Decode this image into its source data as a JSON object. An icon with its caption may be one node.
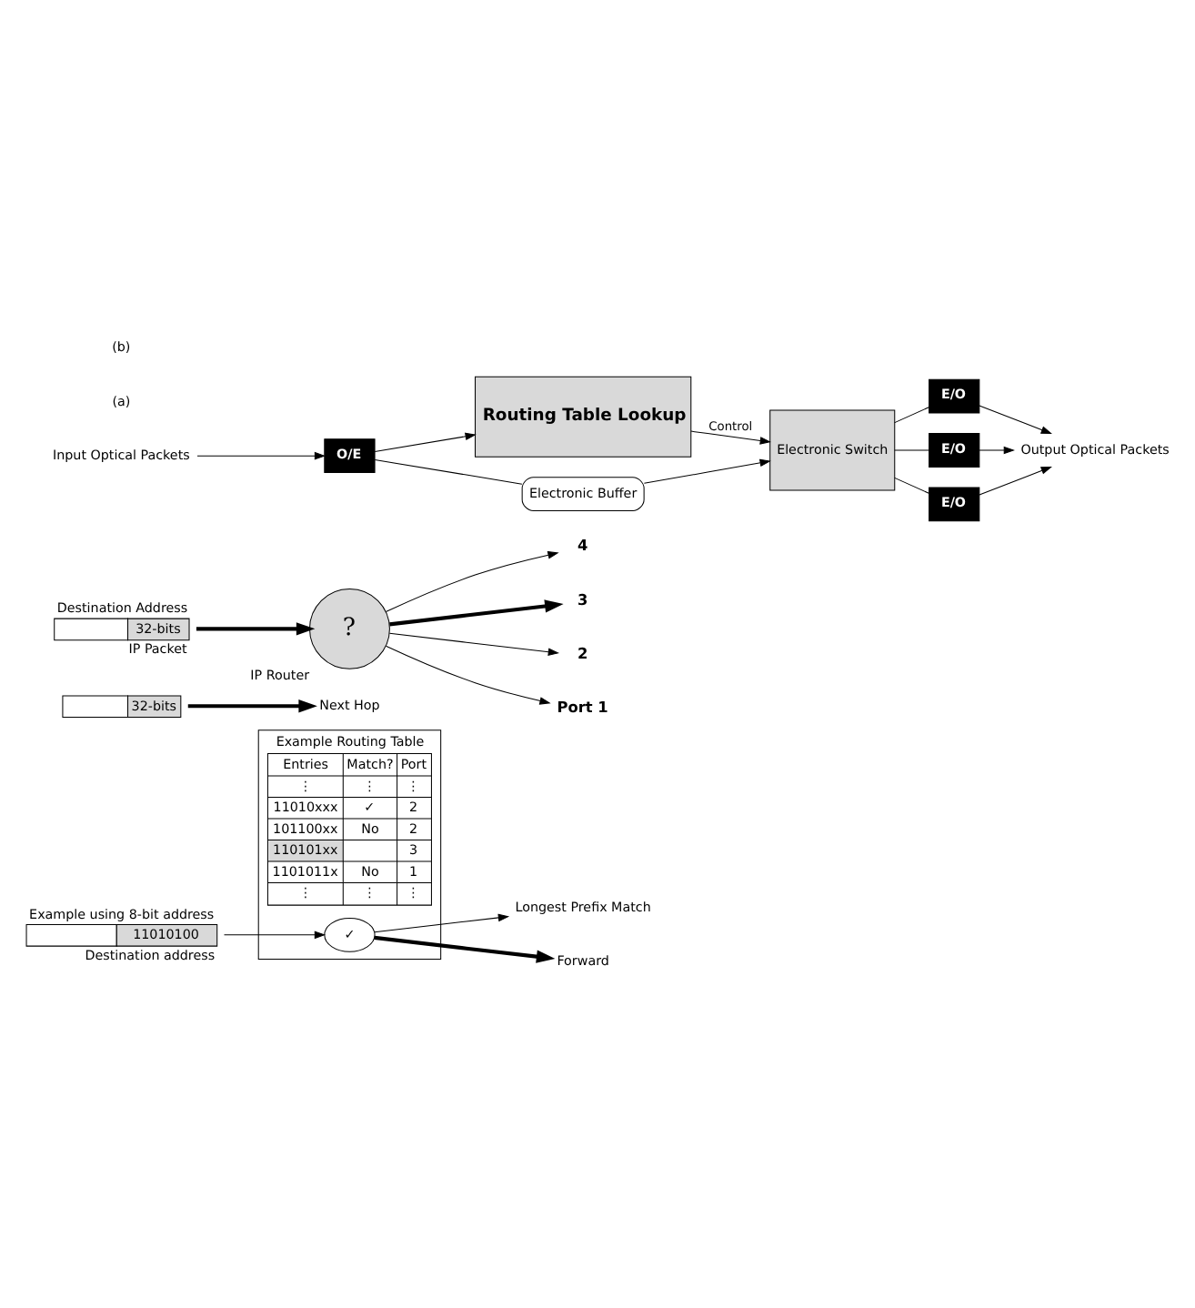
{
  "diagram": {
    "nodes": [
      {
        "text": [
          "Input Optical Packets"
        ]
      },
      {
        "text": [
          "O/E"
        ]
      },
      {
        "text": [
          "Electronic Buffer"
        ]
      },
      {
        "text": [
          "Routing Table Lookup"
        ]
      },
      {
        "text": [
          "Electronic Switch"
        ]
      },
      {
        "text": [
          "E/O"
        ]
      },
      {
        "text": [
          "E/O"
        ]
      },
      {
        "text": [
          "E/O"
        ]
      },
      {
        "text": [
          "Output Optical Packets"
        ]
      },
      {
        "text": [
          "32-bits"
        ],
        "beside": [
          "Destination Address",
          "IP Packet"
        ]
      },
      {
        "text": [
          "IP Router",
          "?"
        ]
      },
      {
        "text": [
          "Port 1"
        ]
      },
      {
        "text": [
          "2"
        ]
      },
      {
        "text": [
          "3"
        ]
      },
      {
        "text": [
          "4"
        ]
      },
      {
        "text": [
          "32-bits"
        ]
      },
      {
        "text": [
          "Next Hop"
        ]
      },
      {
        "text": [
          "11010100"
        ],
        "beside": [
          "Example using 8-bit address",
          "Destination address"
        ]
      },
      {
        "text": [
          "Example Routing Table",
          "Entries",
          "Match?",
          "Port",
          "⋮",
          "⋮",
          "⋮",
          "11010xxx",
          "✓",
          "2",
          "101100xx",
          "No",
          "2",
          "110101xx",
          "3",
          "1101011x",
          "No",
          "1",
          "⋮",
          "⋮",
          "⋮"
        ]
      },
      {
        "text": [
          "✓"
        ],
        "in": 18
      },
      {
        "text": [
          "Forward"
        ]
      },
      {
        "text": [
          "Longest Prefix Match"
        ]
      }
    ],
    "edges": [
      {
        "from": 0,
        "to": 1,
        "arrow": "to"
      },
      {
        "from": 1,
        "to": 2,
        "arrow": "none"
      },
      {
        "from": 1,
        "to": 3,
        "arrow": "to"
      },
      {
        "from": 2,
        "to": 4,
        "arrow": "to"
      },
      {
        "from": 3,
        "to": 4,
        "arrow": "to",
        "label": "Control"
      },
      {
        "from": 4,
        "to": 5,
        "arrow": "none"
      },
      {
        "from": 4,
        "to": 6,
        "arrow": "none"
      },
      {
        "from": 4,
        "to": 7,
        "arrow": "none"
      },
      {
        "from": 5,
        "to": 8,
        "arrow": "to"
      },
      {
        "from": 6,
        "to": 8,
        "arrow": "to"
      },
      {
        "from": 7,
        "to": 8,
        "arrow": "to"
      },
      {
        "from": 9,
        "to": 10,
        "arrow": "to",
        "style": "thick"
      },
      {
        "from": 10,
        "to": 11,
        "arrow": "to"
      },
      {
        "from": 10,
        "to": 12,
        "arrow": "to"
      },
      {
        "from": 10,
        "to": 13,
        "arrow": "to",
        "style": "thick"
      },
      {
        "from": 10,
        "to": 14,
        "arrow": "to"
      },
      {
        "from": 15,
        "to": 16,
        "arrow": "to",
        "style": "thick"
      },
      {
        "from": 17,
        "to": 19,
        "arrow": "to"
      },
      {
        "from": 19,
        "to": 20,
        "arrow": "to",
        "style": "thick"
      },
      {
        "from": 19,
        "to": 21,
        "arrow": "to"
      }
    ],
    "labels": [
      "(a)",
      "(b)"
    ]
  }
}
